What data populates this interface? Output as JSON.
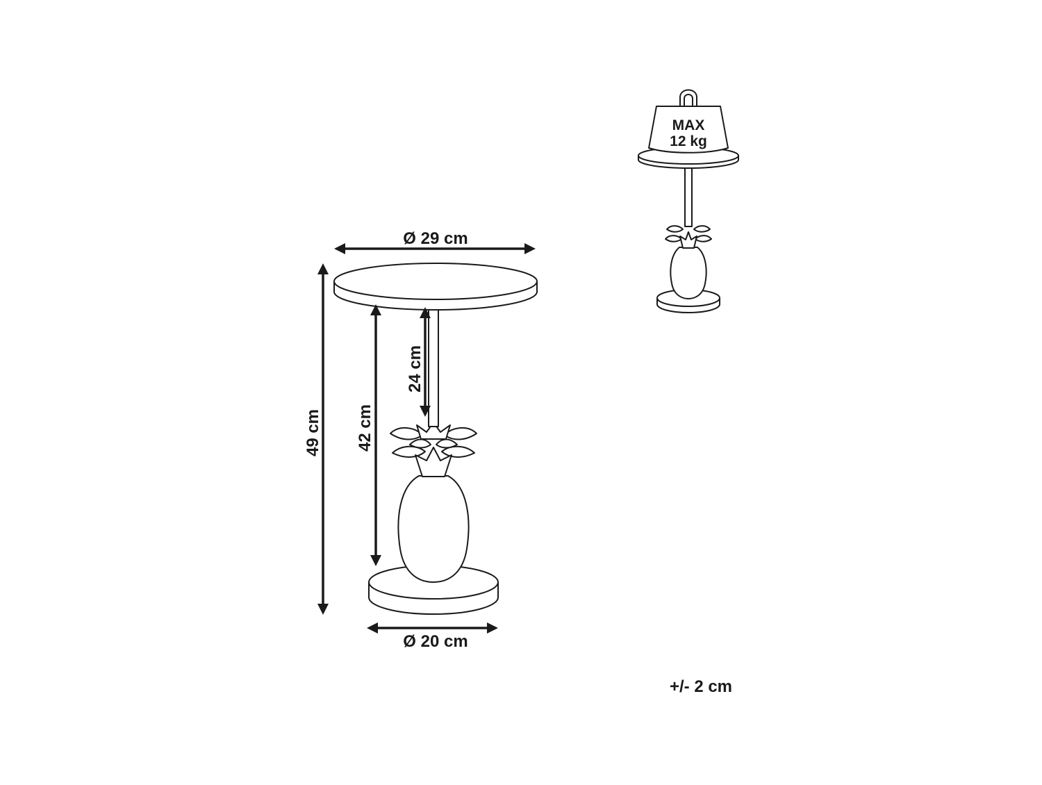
{
  "dimensions": {
    "top_diameter": "Ø 29 cm",
    "base_diameter": "Ø 20 cm",
    "total_height": "49 cm",
    "base_to_top_height": "42 cm",
    "stem_height": "24 cm"
  },
  "load": {
    "line1": "MAX",
    "line2": "12 kg"
  },
  "tolerance": "+/- 2 cm"
}
